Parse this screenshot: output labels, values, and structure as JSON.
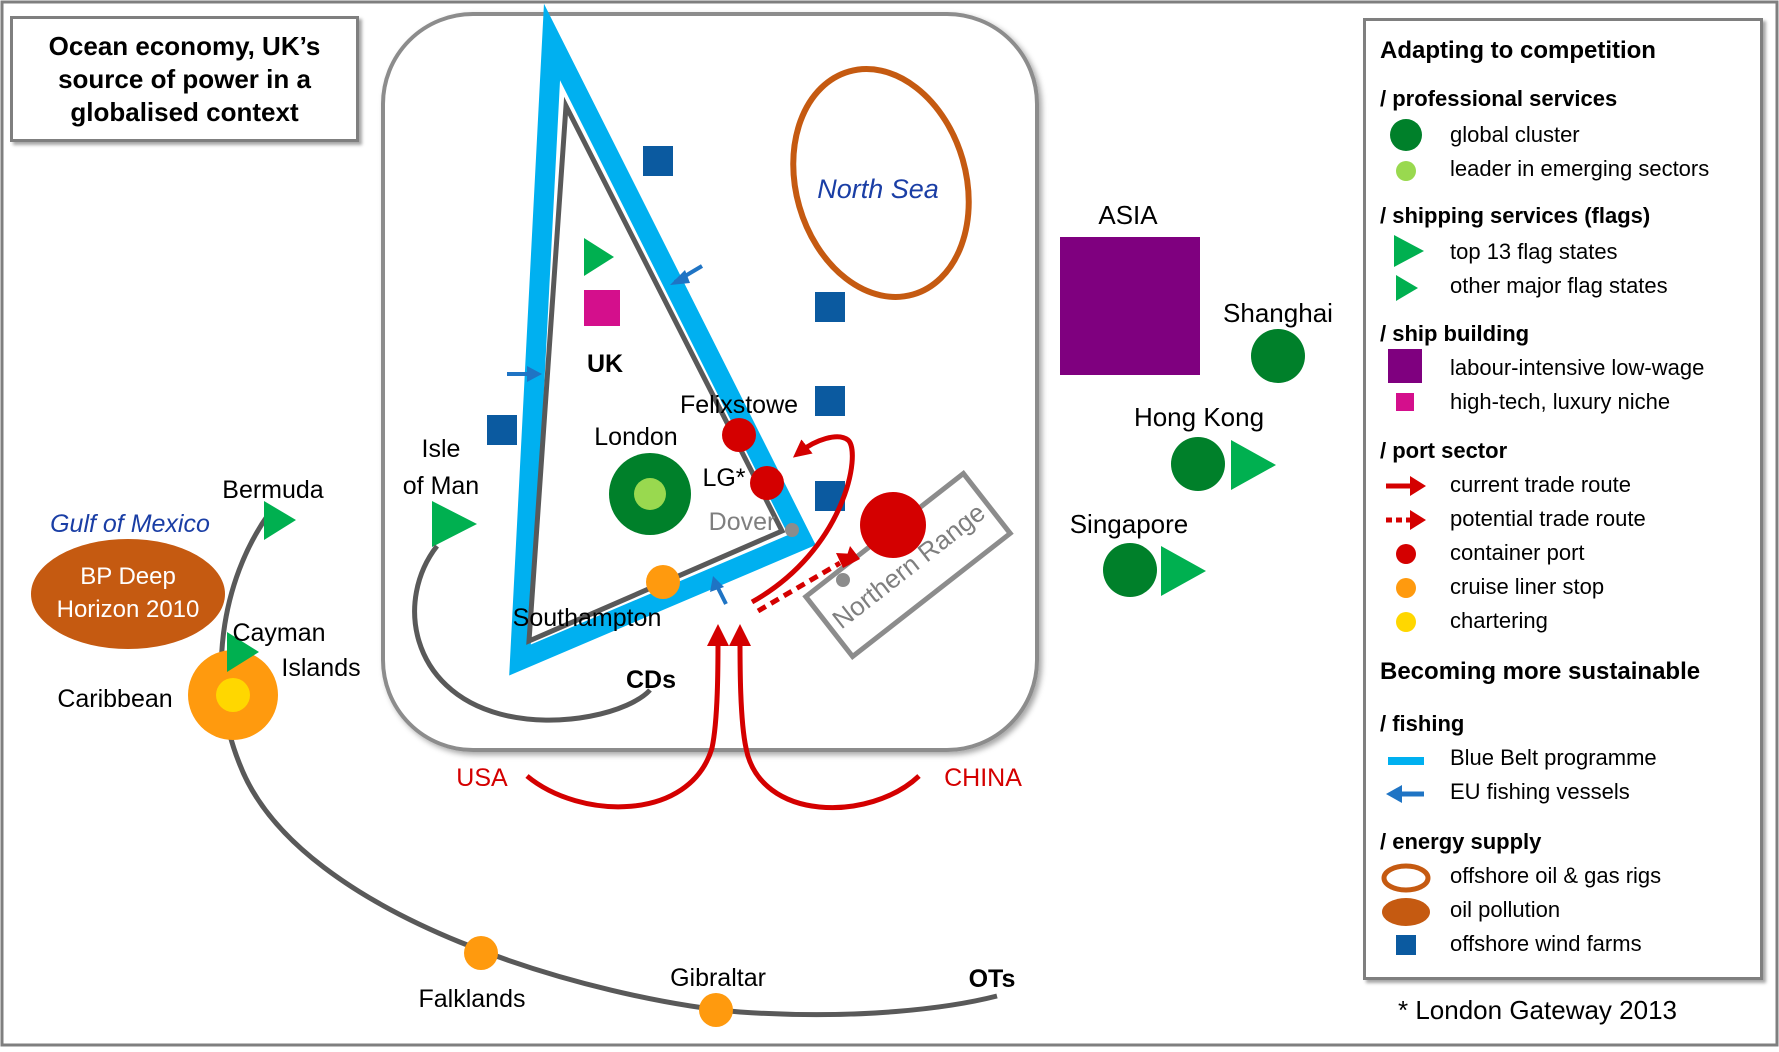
{
  "title": "Ocean economy, UK’s source of power in a globalised context",
  "footnote": "* London Gateway 2013",
  "map_labels": {
    "north_sea": "North Sea",
    "uk": "UK",
    "london": "London",
    "felixstowe": "Felixstowe",
    "lg": "LG*",
    "dover": "Dover",
    "southampton": "Southampton",
    "isle_of_man_1": "Isle",
    "isle_of_man_2": "of Man",
    "cds": "CDs",
    "northern_range": "Northern Range",
    "usa": "USA",
    "china": "CHINA",
    "asia": "ASIA",
    "shanghai": "Shanghai",
    "hong_kong": "Hong Kong",
    "singapore": "Singapore",
    "gulf_of_mexico": "Gulf of Mexico",
    "bp_line1": "BP Deep",
    "bp_line2": "Horizon 2010",
    "bermuda": "Bermuda",
    "cayman_1": "Cayman",
    "cayman_2": "Islands",
    "caribbean": "Caribbean",
    "falklands": "Falklands",
    "gibraltar": "Gibraltar",
    "ots": "OTs"
  },
  "legend": {
    "heading_competition": "Adapting to competition",
    "heading_sustainable": "Becoming more sustainable",
    "sections": {
      "professional": "/ professional services",
      "shipping": "/ shipping services (flags)",
      "shipbuilding": "/ ship building",
      "port": "/ port sector",
      "fishing": "/ fishing",
      "energy": "/ energy supply"
    },
    "items": {
      "global_cluster": "global cluster",
      "leader_emerging": "leader in emerging sectors",
      "top_flag": "top 13 flag states",
      "other_flag": "other major flag states",
      "labour_intensive": "labour-intensive low-wage",
      "high_tech": "high-tech, luxury niche",
      "current_route": "current trade route",
      "potential_route": "potential trade route",
      "container_port": "container port",
      "cruise_stop": "cruise liner stop",
      "chartering": "chartering",
      "blue_belt": "Blue Belt programme",
      "eu_vessels": "EU fishing vessels",
      "oil_rigs": "offshore oil & gas rigs",
      "oil_pollution": "oil pollution",
      "wind_farms": "offshore wind farms"
    }
  },
  "colors": {
    "dark_green": "#00802a",
    "light_green": "#99d94f",
    "flag_green": "#00b050",
    "purple": "#7f007f",
    "magenta": "#d40f8c",
    "red": "#d40000",
    "orange": "#ff9a0e",
    "yellow": "#ffd700",
    "blue_belt": "#00b0f0",
    "fishing_blue": "#1f74c4",
    "oil_brown": "#c55a11",
    "wind_blue": "#0b5aa0",
    "grey": "#595959",
    "label_blue": "#1a3ea5"
  }
}
